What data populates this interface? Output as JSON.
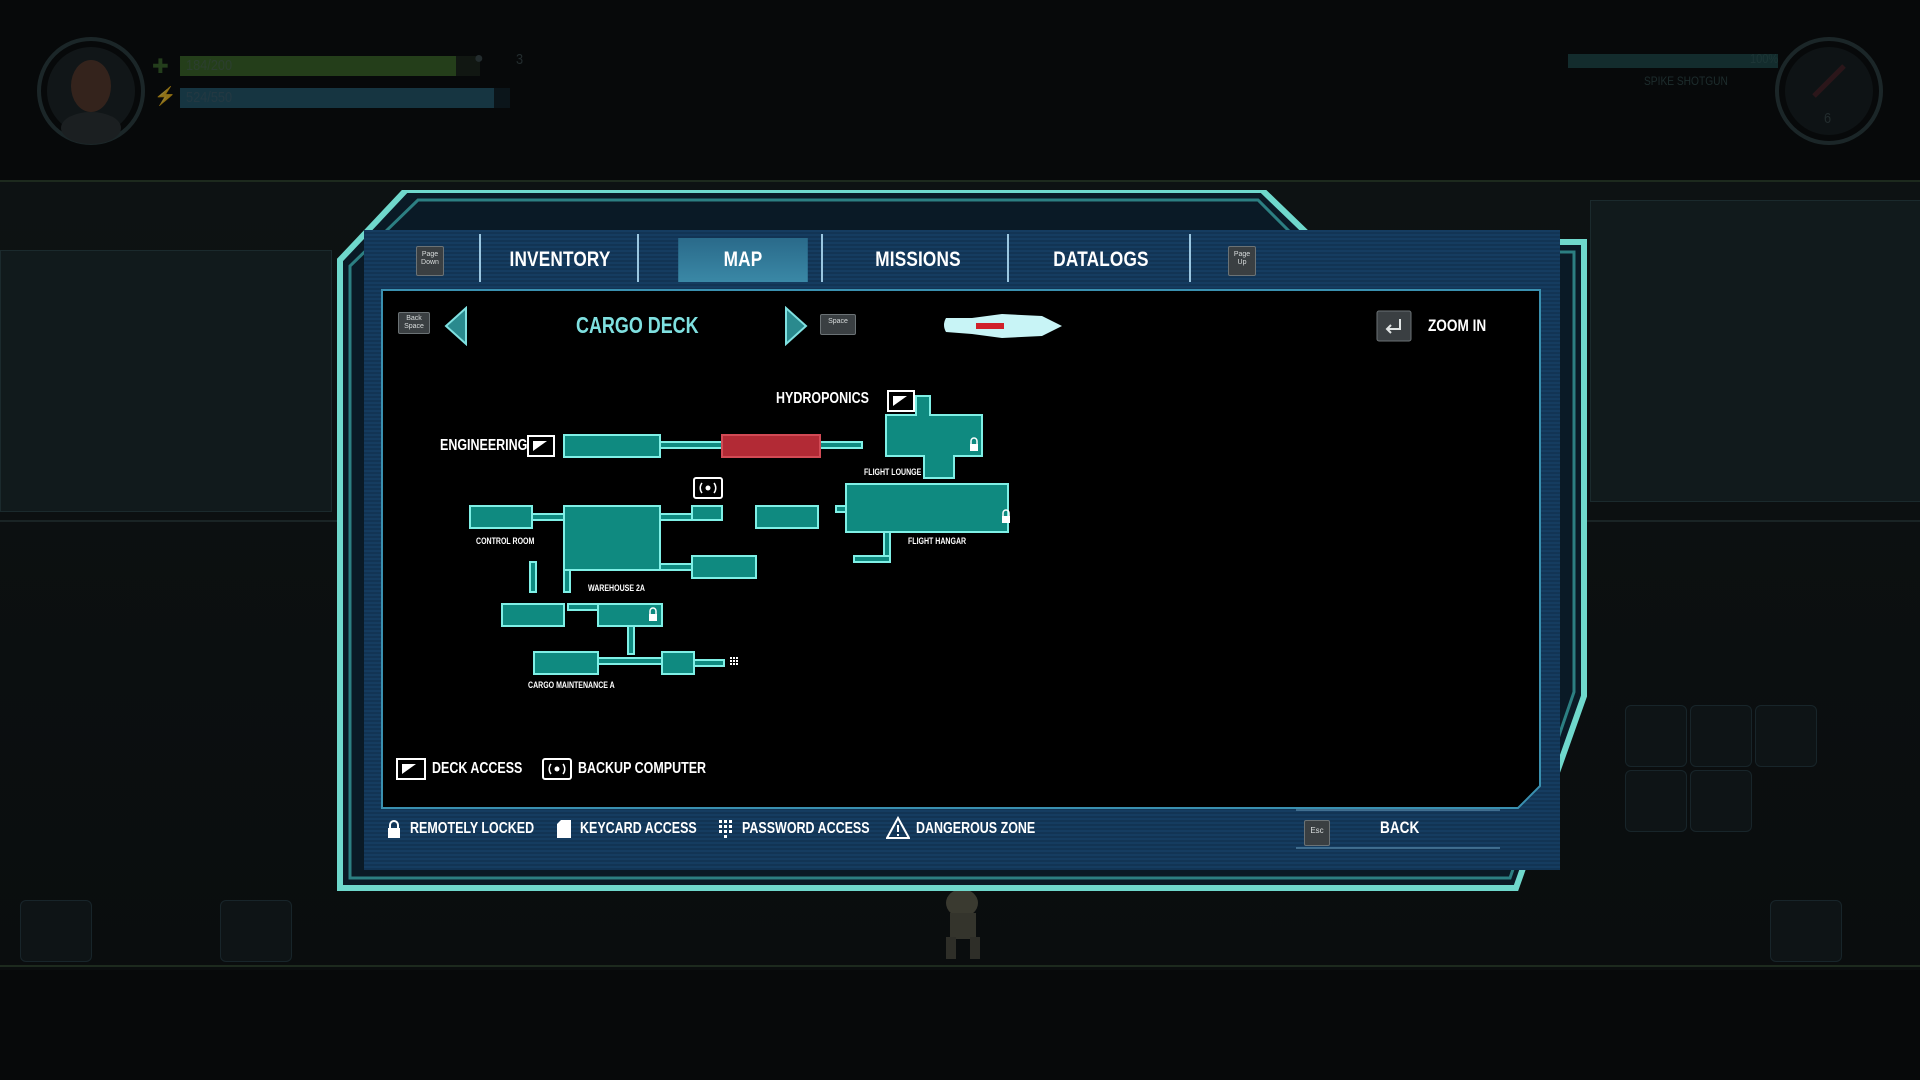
{
  "hud": {
    "health_text": "184/200",
    "health_fraction": 0.92,
    "energy_text": "524/550",
    "energy_fraction": 0.95,
    "grenade_count": "3",
    "weapon_integrity": "100%",
    "weapon_name": "SPIKE SHOTGUN",
    "ammo_count": "6"
  },
  "tabs": {
    "page_down_key": "Page Down",
    "page_up_key": "Page Up",
    "items": [
      {
        "label": "INVENTORY",
        "active": false
      },
      {
        "label": "MAP",
        "active": true
      },
      {
        "label": "MISSIONS",
        "active": false
      },
      {
        "label": "DATALOGS",
        "active": false
      }
    ]
  },
  "map_header": {
    "prev_key": "Back Space",
    "deck_name": "CARGO DECK",
    "next_key": "Space",
    "zoom_label": "ZOOM IN"
  },
  "map": {
    "labels": {
      "hydroponics": "HYDROPONICS",
      "engineering": "ENGINEERING",
      "flight_lounge": "FLIGHT LOUNGE",
      "control_room": "CONTROL ROOM",
      "flight_hangar": "FLIGHT HANGAR",
      "warehouse": "WAREHOUSE 2A",
      "cargo_maintenance": "CARGO MAINTENANCE A"
    }
  },
  "legend": {
    "deck_access": "DECK ACCESS",
    "backup_computer": "BACKUP COMPUTER",
    "remotely_locked": "REMOTELY LOCKED",
    "keycard_access": "KEYCARD ACCESS",
    "password_access": "PASSWORD ACCESS",
    "dangerous_zone": "DANGEROUS ZONE"
  },
  "footer": {
    "esc_key": "Esc",
    "back_label": "BACK"
  },
  "colors": {
    "frame": "#6fd8cc",
    "room_fill": "#0f8a80",
    "room_stroke": "#7ff0e6",
    "danger_room": "#b22a35",
    "panel_blue": "#14375a"
  }
}
